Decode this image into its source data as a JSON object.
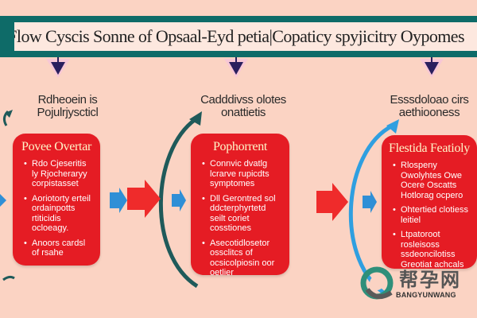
{
  "banner": {
    "title": "y Flow Cyscis Sonne of Opsaal-Eyd petia|Copaticy spyjicitry Oypomes"
  },
  "columns": [
    {
      "heading": [
        "Rdheoein is",
        "Pojulrjyscticl"
      ],
      "card_title": "Povee Overtar",
      "items": [
        "Rdo Cjeseritis ly Rjocheraryy corpistasset",
        "Aoriotorty erteil ordainpotts rtiticidis ocloeagy.",
        "Anoors cardsl of rsahe"
      ]
    },
    {
      "heading": [
        "Cadddivss olotes",
        "onattietis"
      ],
      "card_title": "Pophorrent",
      "items": [
        "Connvic dvatlg lcrarve rupicdts symptomes",
        "Dll Gerontred sol ddcterphyrtetd seilt coriet cosstiones",
        "Asecotidlosetor ossclitcs of ocsicolpiosin oor oetlier"
      ]
    },
    {
      "heading": [
        "Esssdoloao cirs",
        "aethiooness"
      ],
      "card_title": "Flestida Featioly",
      "items": [
        "Rlospeny Owolyhtes Owe Ocere Oscatts Hotlorag ocpero",
        "Ohtertied clotiess leitiel",
        "Ltpatoroot rosleisoss ssdeoncilotiss Greotiat achcals"
      ]
    }
  ],
  "watermark": {
    "cn": "帮孕网",
    "en": "BANGYUNWANG"
  },
  "colors": {
    "background": "#fbd3c3",
    "banner": "#0e6b68",
    "card": "#e51c24",
    "card_title": "#fff5c8",
    "connector_arrow": "#ef2b2b",
    "small_arrow": "#2f8fd6",
    "curve_left": "#1f5a5a",
    "curve_right": "#2f9fe0",
    "chevron": "#2a1f5e"
  },
  "icons": [
    "chevron-down-icon",
    "arrow-right-icon",
    "curved-arrow-icon",
    "watermark-logo-icon"
  ]
}
